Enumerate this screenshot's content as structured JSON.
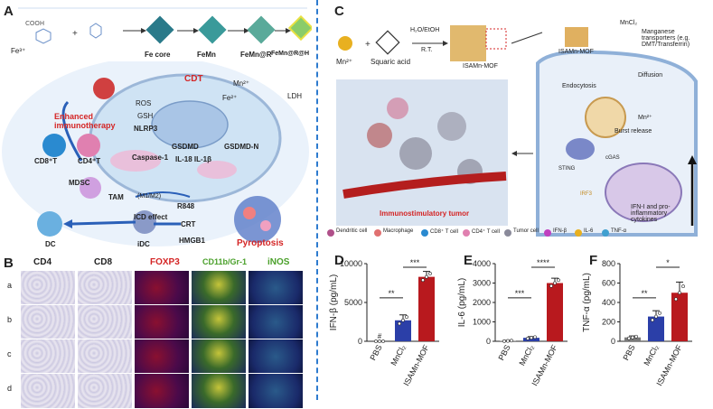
{
  "panels": {
    "A": "A",
    "B": "B",
    "C": "C",
    "D": "D",
    "E": "E",
    "F": "F"
  },
  "panelA": {
    "ions": [
      "Fe³⁺",
      "Mn²⁺"
    ],
    "synthesis": [
      "Fe core",
      "FeMn",
      "FeMn@R",
      "FeMn@R@H"
    ],
    "labels": {
      "cdt": "CDT",
      "ros": "ROS",
      "gsh": "GSH",
      "nlrp3": "NLRP3",
      "caspase": "Caspase-1",
      "gsdmd": "GSDMD",
      "gsdmdn": "GSDMD-N",
      "il": "IL-18 IL-1β",
      "ldh": "LDH",
      "enhanced": "Enhanced immunotherapy",
      "cd8": "CD8⁺T",
      "cd4": "CD4⁺T",
      "mdsc": "MDSC",
      "tam": "TAM",
      "m1m2": "(M1/M2)",
      "r848": "R848",
      "icd": "ICD effect",
      "crt": "CRT",
      "hmgb1": "HMGB1",
      "dc": "DC",
      "idc": "iDC",
      "pyroptosis": "Pyroptosis",
      "fe2": "Fe²⁺",
      "mn2": "Mn²⁺"
    }
  },
  "panelB": {
    "columns": [
      "CD4",
      "CD8",
      "FOXP3",
      "CD11b/Gr-1",
      "iNOS"
    ],
    "rows": [
      "a",
      "b",
      "c",
      "d"
    ]
  },
  "panelC": {
    "labels": {
      "mn": "Mn²⁺",
      "squaric": "Squaric acid",
      "solvent": "H₂O/EtOH",
      "rt": "R.T.",
      "isamn": "ISAMn-MOF",
      "isamn2": "ISAMn-MOF",
      "mncl2": "MnCl₂",
      "transporters": "Manganese transporters (e.g. DMT/Transferrin)",
      "endocytosis": "Endocytosis",
      "diffusion": "Diffusion",
      "burst": "Burst release",
      "mn2": "Mn²⁺",
      "sting": "STING",
      "cgas": "cGAS",
      "irf3": "IRF3",
      "ifn": "IFN-I and pro-inflammatory cytokines",
      "tumor": "Immunostimulatory tumor"
    },
    "legend": [
      "Dendritic cell",
      "Macrophage",
      "CD8⁺ T cell",
      "CD4⁺ T cell",
      "Tumor cell",
      "IFN-β",
      "IL-6",
      "TNF-α"
    ]
  },
  "colors": {
    "pbs": "#7a7a7a",
    "mncl2": "#2b3fa8",
    "isamn": "#b8191e",
    "accent_red": "#d42525",
    "divider": "#2e7bcf"
  },
  "chart_data": [
    {
      "type": "bar",
      "panel": "D",
      "categories": [
        "PBS",
        "MnCl₂",
        "ISAMn-MOF"
      ],
      "values": [
        0,
        2700,
        8300
      ],
      "errors": [
        0,
        700,
        700
      ],
      "ylabel": "IFN-β (pg/mL)",
      "yticks": [
        0,
        5000,
        10000
      ],
      "ylim": [
        0,
        10000
      ],
      "annotations": [
        "#",
        "**",
        "***"
      ]
    },
    {
      "type": "bar",
      "panel": "E",
      "categories": [
        "PBS",
        "MnCl₂",
        "ISAMn-MOF"
      ],
      "values": [
        20,
        180,
        3000
      ],
      "errors": [
        20,
        60,
        250
      ],
      "ylabel": "IL-6 (pg/mL)",
      "yticks": [
        0,
        1000,
        2000,
        3000,
        4000
      ],
      "ylim": [
        0,
        4000
      ],
      "annotations": [
        "***",
        "****"
      ]
    },
    {
      "type": "bar",
      "panel": "F",
      "categories": [
        "PBS",
        "MnCl₂",
        "ISAMn-MOF"
      ],
      "values": [
        40,
        255,
        500
      ],
      "errors": [
        15,
        60,
        110
      ],
      "ylabel": "TNF-α (pg/mL)",
      "yticks": [
        0,
        200,
        400,
        600,
        800
      ],
      "ylim": [
        0,
        800
      ],
      "annotations": [
        "**",
        "*"
      ]
    }
  ]
}
